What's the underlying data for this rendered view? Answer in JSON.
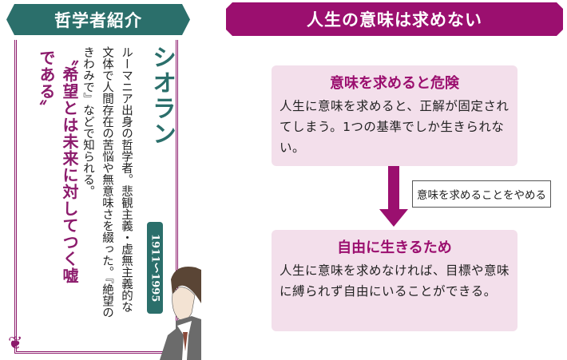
{
  "profile": {
    "header": "哲学者紹介",
    "name": "シオラン",
    "dates": "1911～1995",
    "bio_lines": [
      "ルーマニア出身の哲学者。悲観主義・虚無主義的な",
      "文体で人間存在の苦悩や無意味さを綴った。『絶望の",
      "きわみで』などで知られる。"
    ],
    "quote": "〝希望とは未来に対してつく嘘である〟"
  },
  "main": {
    "title": "人生の意味は求めない",
    "box1": {
      "heading": "意味を求めると危険",
      "body": "人生に意味を求めると、正解が固定されてしまう。1つの基準でしか生きられない。"
    },
    "arrow_label": "意味を求めることをやめる",
    "box2": {
      "heading": "自由に生きるため",
      "body": "人生に意味を求めなければ、目標や意味に縛られず自由にいることができる。"
    }
  },
  "colors": {
    "teal": "#2b6f6b",
    "magenta": "#9b0f6f",
    "box_bg": "#f3dfeb"
  }
}
